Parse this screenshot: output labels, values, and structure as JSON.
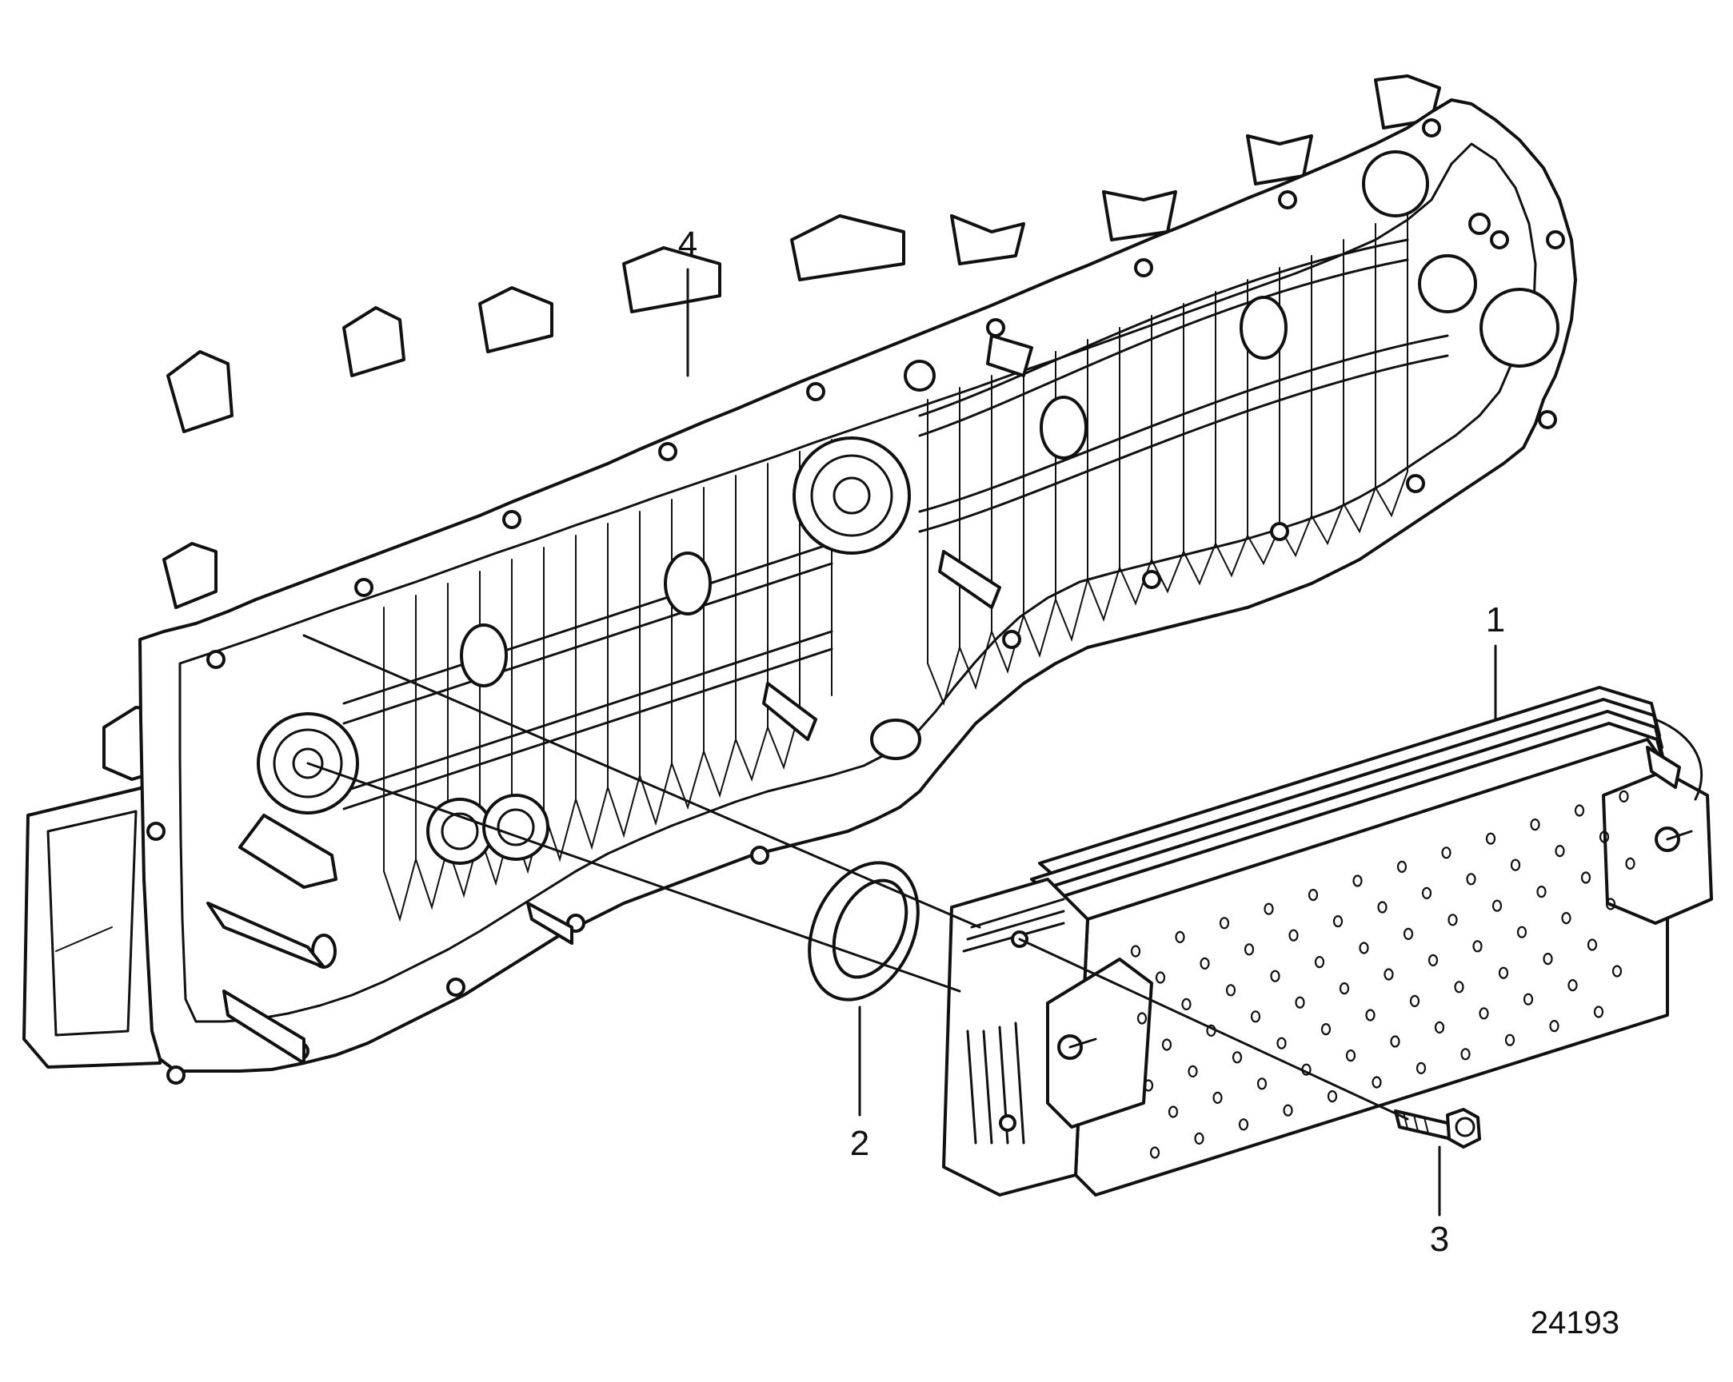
{
  "callouts": [
    {
      "id": "1",
      "text": "1"
    },
    {
      "id": "2",
      "text": "2"
    },
    {
      "id": "3",
      "text": "3"
    },
    {
      "id": "4",
      "text": "4"
    }
  ],
  "figure_number": "24193",
  "colors": {
    "line": "#111111",
    "background": "#ffffff"
  }
}
